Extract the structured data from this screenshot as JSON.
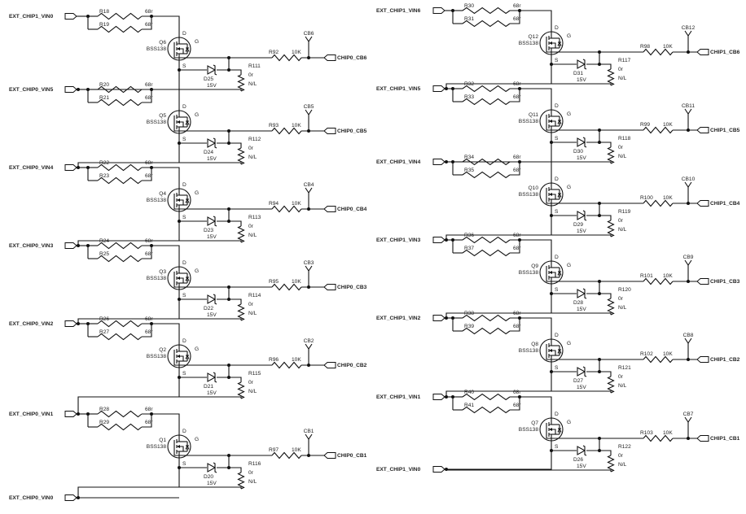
{
  "left": {
    "stages": [
      {
        "vin_in": "EXT_CHIP1_VIN0",
        "ra": "R18",
        "ra_val": "68r",
        "rb": "R19",
        "rb_val": "68r",
        "q": "Q6",
        "q_part": "BSS138",
        "rs": "R92",
        "rs_val": "10K",
        "tp": "CB6",
        "out": "CHIP0_CB6",
        "diode": "D25",
        "diode_val": "15V",
        "rp": "R111",
        "rp_val": "0r",
        "rp_nl": "N/L"
      },
      {
        "vin_in": "EXT_CHIP0_VIN5",
        "ra": "R20",
        "ra_val": "68r",
        "rb": "R21",
        "rb_val": "68r",
        "q": "Q5",
        "q_part": "BSS138",
        "rs": "R93",
        "rs_val": "10K",
        "tp": "CB5",
        "out": "CHIP0_CB5",
        "diode": "D24",
        "diode_val": "15V",
        "rp": "R112",
        "rp_val": "0r",
        "rp_nl": "N/L"
      },
      {
        "vin_in": "EXT_CHIP0_VIN4",
        "ra": "R22",
        "ra_val": "68r",
        "rb": "R23",
        "rb_val": "68r",
        "q": "Q4",
        "q_part": "BSS138",
        "rs": "R94",
        "rs_val": "10K",
        "tp": "CB4",
        "out": "CHIP0_CB4",
        "diode": "D23",
        "diode_val": "15V",
        "rp": "R113",
        "rp_val": "0r",
        "rp_nl": "N/L"
      },
      {
        "vin_in": "EXT_CHIP0_VIN3",
        "ra": "R24",
        "ra_val": "68r",
        "rb": "R25",
        "rb_val": "68r",
        "q": "Q3",
        "q_part": "BSS138",
        "rs": "R95",
        "rs_val": "10K",
        "tp": "CB3",
        "out": "CHIP0_CB3",
        "diode": "D22",
        "diode_val": "15V",
        "rp": "R114",
        "rp_val": "0r",
        "rp_nl": "N/L"
      },
      {
        "vin_in": "EXT_CHIP0_VIN2",
        "ra": "R26",
        "ra_val": "68r",
        "rb": "R27",
        "rb_val": "68r",
        "q": "Q2",
        "q_part": "BSS138",
        "rs": "R96",
        "rs_val": "10K",
        "tp": "CB2",
        "out": "CHIP0_CB2",
        "diode": "D21",
        "diode_val": "15V",
        "rp": "R115",
        "rp_val": "0r",
        "rp_nl": "N/L"
      },
      {
        "vin_in": "EXT_CHIP0_VIN1",
        "ra": "R28",
        "ra_val": "68r",
        "rb": "R29",
        "rb_val": "68r",
        "q": "Q1",
        "q_part": "BSS138",
        "rs": "R97",
        "rs_val": "10K",
        "tp": "CB1",
        "out": "CHIP0_CB1",
        "diode": "D20",
        "diode_val": "15V",
        "rp": "R116",
        "rp_val": "0r",
        "rp_nl": "N/L"
      }
    ],
    "bottom_input": "EXT_CHIP0_VIN0"
  },
  "right": {
    "stages": [
      {
        "vin_in": "EXT_CHIP1_VIN6",
        "ra": "R30",
        "ra_val": "68r",
        "rb": "R31",
        "rb_val": "68r",
        "q": "Q12",
        "q_part": "BSS138",
        "rs": "R98",
        "rs_val": "10K",
        "tp": "CB12",
        "out": "CHIP1_CB6",
        "diode": "D31",
        "diode_val": "15V",
        "rp": "R117",
        "rp_val": "0r",
        "rp_nl": "N/L"
      },
      {
        "vin_in": "EXT_CHIP1_VIN5",
        "ra": "R32",
        "ra_val": "68r",
        "rb": "R33",
        "rb_val": "68r",
        "q": "Q11",
        "q_part": "BSS138",
        "rs": "R99",
        "rs_val": "10K",
        "tp": "CB11",
        "out": "CHIP1_CB5",
        "diode": "D30",
        "diode_val": "15V",
        "rp": "R118",
        "rp_val": "0r",
        "rp_nl": "N/L"
      },
      {
        "vin_in": "EXT_CHIP1_VIN4",
        "ra": "R34",
        "ra_val": "68r",
        "rb": "R35",
        "rb_val": "68r",
        "q": "Q10",
        "q_part": "BSS138",
        "rs": "R100",
        "rs_val": "10K",
        "tp": "CB10",
        "out": "CHIP1_CB4",
        "diode": "D29",
        "diode_val": "15V",
        "rp": "R119",
        "rp_val": "0r",
        "rp_nl": "N/L"
      },
      {
        "vin_in": "EXT_CHIP1_VIN3",
        "ra": "R36",
        "ra_val": "68r",
        "rb": "R37",
        "rb_val": "68r",
        "q": "Q9",
        "q_part": "BSS138",
        "rs": "R101",
        "rs_val": "10K",
        "tp": "CB9",
        "out": "CHIP1_CB3",
        "diode": "D28",
        "diode_val": "15V",
        "rp": "R120",
        "rp_val": "0r",
        "rp_nl": "N/L"
      },
      {
        "vin_in": "EXT_CHIP1_VIN2",
        "ra": "R38",
        "ra_val": "68r",
        "rb": "R39",
        "rb_val": "68r",
        "q": "Q8",
        "q_part": "BSS138",
        "rs": "R102",
        "rs_val": "10K",
        "tp": "CB8",
        "out": "CHIP1_CB2",
        "diode": "D27",
        "diode_val": "15V",
        "rp": "R121",
        "rp_val": "0r",
        "rp_nl": "N/L"
      },
      {
        "vin_in": "EXT_CHIP1_VIN1",
        "ra": "R40",
        "ra_val": "68r",
        "rb": "R41",
        "rb_val": "68r",
        "q": "Q7",
        "q_part": "BSS138",
        "rs": "R103",
        "rs_val": "10K",
        "tp": "CB7",
        "out": "CHIP1_CB1",
        "diode": "D26",
        "diode_val": "15V",
        "rp": "R122",
        "rp_val": "0r",
        "rp_nl": "N/L"
      }
    ],
    "bottom_input": "EXT_CHIP1_VIN0"
  },
  "pin_labels": {
    "drain": "D",
    "gate": "G",
    "source": "S"
  }
}
